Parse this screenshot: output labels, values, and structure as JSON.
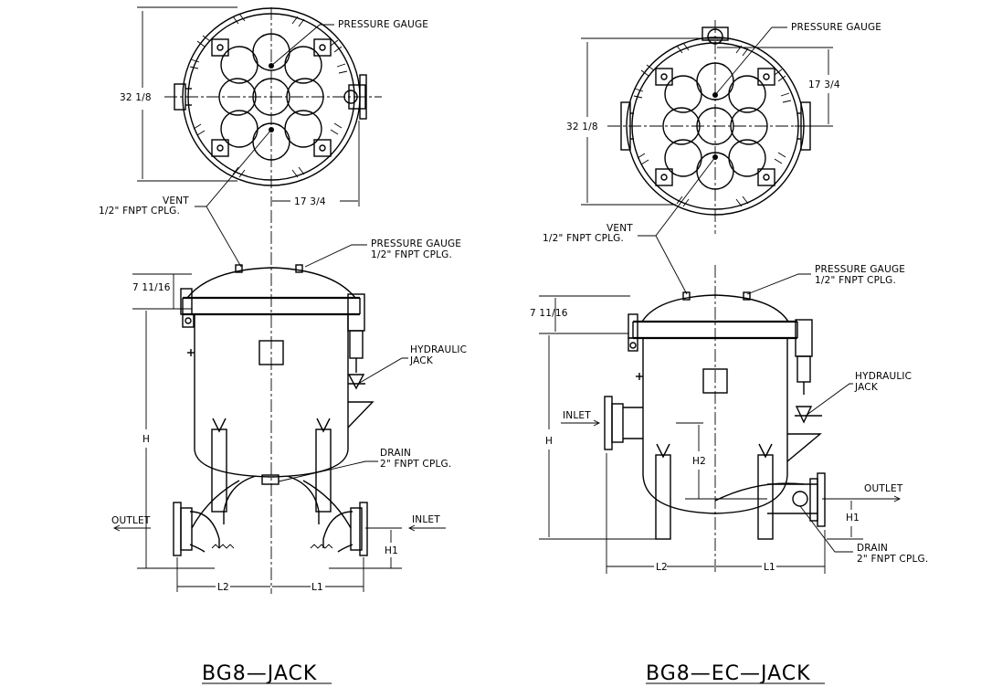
{
  "left": {
    "title": "BG8—JACK",
    "pressure_gauge_top": "PRESSURE GAUGE",
    "dim_32": "32 1/8",
    "dim_17": "17 3/4",
    "vent_1": "VENT",
    "vent_2": "1/2\" FNPT CPLG.",
    "pg_1": "PRESSURE GAUGE",
    "pg_2": "1/2\" FNPT CPLG.",
    "dim_7": "7 11/16",
    "hyd_1": "HYDRAULIC",
    "hyd_2": "JACK",
    "h": "H",
    "drain_1": "DRAIN",
    "drain_2": "2\" FNPT CPLG.",
    "outlet": "OUTLET",
    "inlet": "INLET",
    "h1": "H1",
    "l2": "L2",
    "l1": "L1"
  },
  "right": {
    "title": "BG8—EC—JACK",
    "pressure_gauge_top": "PRESSURE GAUGE",
    "dim_32": "32 1/8",
    "dim_17": "17 3/4",
    "vent_1": "VENT",
    "vent_2": "1/2\" FNPT CPLG.",
    "pg_1": "PRESSURE GAUGE",
    "pg_2": "1/2\" FNPT CPLG.",
    "dim_7": "7 11/16",
    "hyd_1": "HYDRAULIC",
    "hyd_2": "JACK",
    "inlet": "INLET",
    "h": "H",
    "h2": "H2",
    "outlet": "OUTLET",
    "h1": "H1",
    "drain_1": "DRAIN",
    "drain_2": "2\" FNPT CPLG.",
    "l2": "L2",
    "l1": "L1"
  }
}
